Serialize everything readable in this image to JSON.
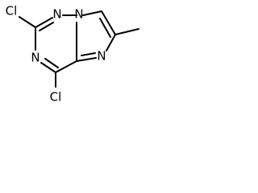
{
  "molecule": {
    "atoms": {
      "cl_top": "Cl",
      "cl_bottom": "Cl",
      "n_triazine_top": "N",
      "n_triazine_left": "N",
      "n_bridge": "N",
      "n_imidazole": "N"
    }
  }
}
